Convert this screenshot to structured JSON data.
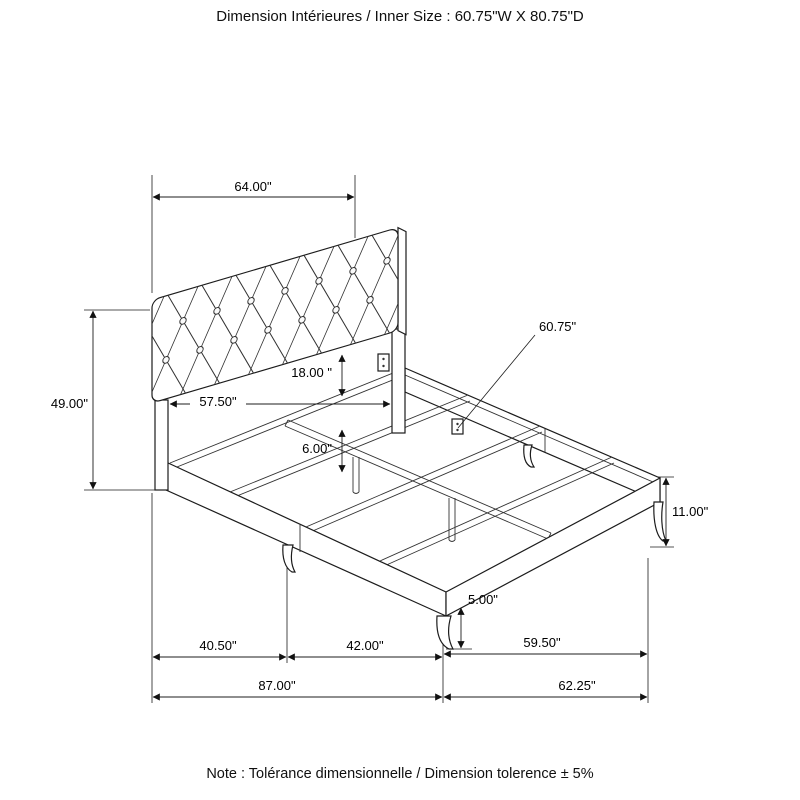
{
  "header": {
    "inner_size": "Dimension Intérieures / Inner Size : 60.75\"W X 80.75\"D"
  },
  "note": {
    "tolerance": "Note : Tolérance dimensionnelle / Dimension tolerence  ± 5%"
  },
  "dimensions": {
    "headboard_width": "64.00\"",
    "headboard_height": "49.00\"",
    "between_legs": "57.50\"",
    "platform_height": "18.00 \"",
    "inner_width": "60.75\"",
    "center_leg_height": "6.00\"",
    "foot_frame_height": "11.00\"",
    "foot_leg_height": "5.00\"",
    "head_to_midleg": "40.50\"",
    "midleg_to_foot": "42.00\"",
    "foot_section": "59.50\"",
    "overall_length": "87.00\"",
    "foot_overall": "62.25\""
  }
}
